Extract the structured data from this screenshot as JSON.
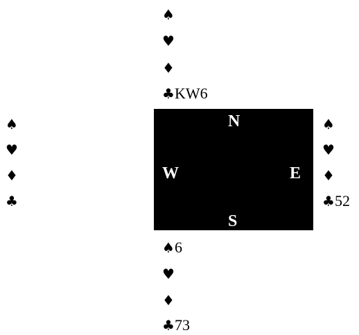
{
  "suit_icons": {
    "spades": "♠",
    "hearts": "♥",
    "diamonds": "♦",
    "clubs": "♣"
  },
  "hands": {
    "north": {
      "spades": "",
      "hearts": "",
      "diamonds": "",
      "clubs": "KW6"
    },
    "west": {
      "spades": "",
      "hearts": "",
      "diamonds": "",
      "clubs": ""
    },
    "east": {
      "spades": "",
      "hearts": "",
      "diamonds": "",
      "clubs": "52"
    },
    "south": {
      "spades": "6",
      "hearts": "",
      "diamonds": "",
      "clubs": "73"
    }
  },
  "compass": {
    "north": "N",
    "west": "W",
    "east": "E",
    "south": "S"
  },
  "colors": {
    "table": "#000000",
    "compass_text": "#ffffff",
    "suit_symbols": "#000000"
  }
}
